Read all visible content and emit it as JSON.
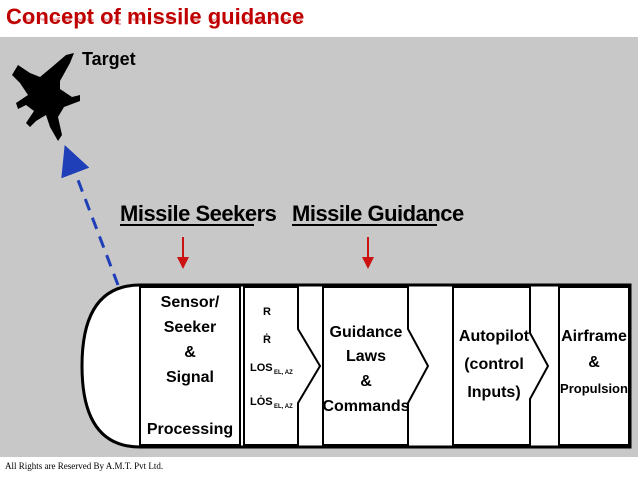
{
  "slide": {
    "title": "Concept of missile guidance",
    "footer": "All Rights are Reserved By A.M.T. Pvt Ltd."
  },
  "diagram": {
    "target_label": "Target",
    "header_seekers": "Missile Seekers",
    "header_guidance": "Missile Guidance",
    "sensor_box": [
      "Sensor/",
      "Seeker",
      "&",
      "Signal",
      "Processing"
    ],
    "measurements": {
      "r": "R",
      "r_dot": "Ṙ",
      "los": "LOS",
      "los_dot": "LȮS",
      "sub": "EL, AZ"
    },
    "guidance_box": [
      "Guidance",
      "Laws",
      "&",
      "Commands"
    ],
    "autopilot_box": [
      "Autopilot",
      "(control",
      "Inputs)"
    ],
    "airframe_box": [
      "Airframe",
      "&",
      "Propulsion"
    ],
    "colors": {
      "title": "#c00000",
      "marker_arrows": "#cc1111",
      "path_dash": "#1f3fb8",
      "panel": "#c8c8c8",
      "aircraft": "#000000"
    }
  }
}
